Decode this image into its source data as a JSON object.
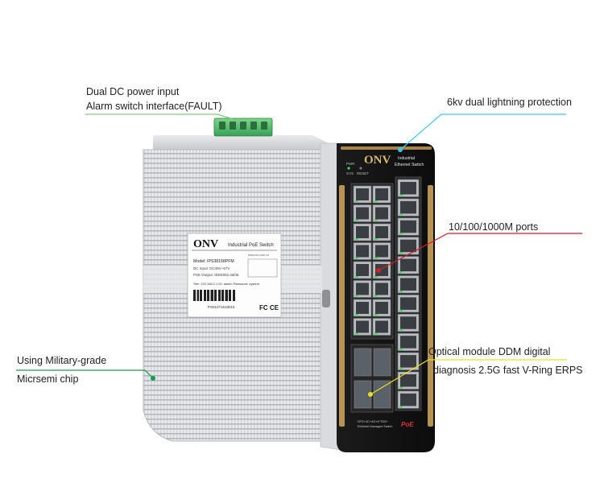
{
  "callouts": {
    "power": {
      "line1": "Dual DC power input",
      "line2": "Alarm switch interface(FAULT)",
      "color": "#7fc97f"
    },
    "lightning": {
      "text": "6kv dual lightning protection",
      "color": "#3ec6e8"
    },
    "ports": {
      "text": "10/100/1000M ports",
      "color": "#d0202a"
    },
    "optical": {
      "line1": "Optical module DDM digital",
      "line2": "diagnosis 2.5G fast V-Ring ERPS",
      "color": "#e8e020"
    },
    "chip": {
      "line1": "Using Military-grade",
      "line2": "Micrsemi chip",
      "color": "#1a9a50"
    }
  },
  "device": {
    "brand": "ONV",
    "front_title_1": "Industrial",
    "front_title_2": "Ethernet Switch",
    "poe_badge": "PoE",
    "sys_label": "SYS",
    "reset_label": "RESET",
    "pwr_label": "PWR",
    "bottom_text_1": "SFG+4C+4G+4*TNS+",
    "bottom_text_2": "Ethernet Managed Switch",
    "label": {
      "brand": "ONV",
      "title": "Industrial PoE Switch",
      "url": "www.onv.com.cn",
      "model": "Model: IPS38168PFM",
      "dc_input": "DC Input: DC48V~57V",
      "pse": "PSE Output: IEEE802.3af/at",
      "ip": "Site: 192.168.2.1  ID: admin  Password: system",
      "serial": "PS01071618015",
      "cert": "FC CE"
    }
  }
}
